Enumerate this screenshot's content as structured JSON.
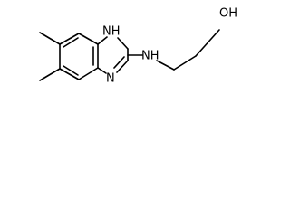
{
  "molecule": {
    "atoms": {
      "nh_ring": "NH",
      "n_ring": "N",
      "nh_amine": "NH",
      "oh": "OH"
    }
  }
}
